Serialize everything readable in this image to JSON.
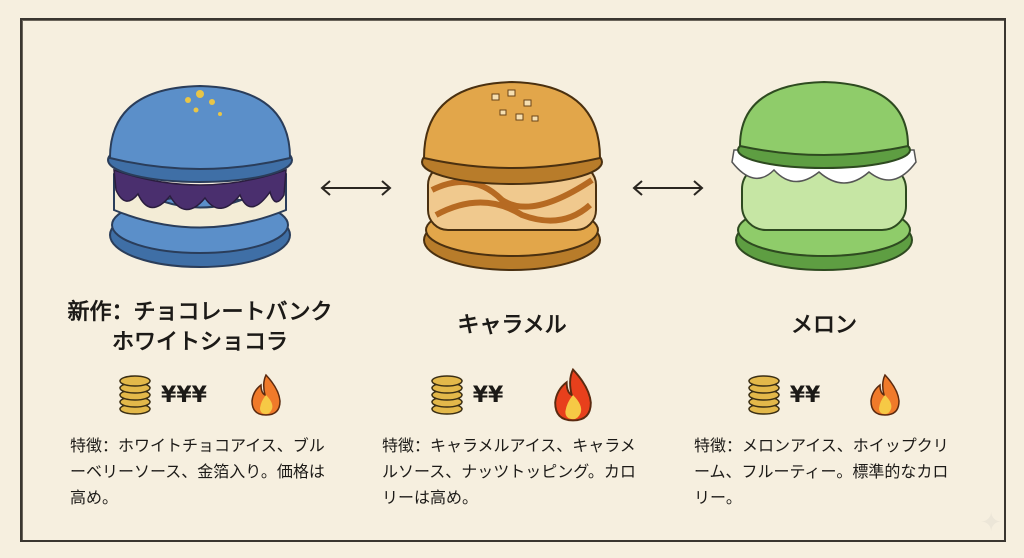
{
  "items": [
    {
      "title_line1": "新作：チョコレートバンク",
      "title_line2": "ホワイトショコラ",
      "price": "¥¥¥",
      "description": "特徴：ホワイトチョコアイス、ブルーベリーソース、金箔入り。価格は高め。",
      "colors": {
        "shell": "#5b8fc9",
        "shell_dark": "#3f6fa6",
        "filling": "#f3ecd6",
        "sauce": "#4a2f6e",
        "flame": "#f07a2a"
      }
    },
    {
      "title_line1": "キャラメル",
      "price": "¥¥",
      "description": "特徴：キャラメルアイス、キャラメルソース、ナッツトッピング。カロリーは高め。",
      "colors": {
        "shell": "#e2a64a",
        "shell_dark": "#b87c2a",
        "filling": "#f0c98e",
        "sauce": "#b66a22",
        "flame": "#e8401c"
      }
    },
    {
      "title_line1": "メロン",
      "price": "¥¥",
      "description": "特徴：メロンアイス、ホイップクリーム、フルーティー。標準的なカロリー。",
      "colors": {
        "shell": "#8fcc6a",
        "shell_dark": "#5e9e42",
        "filling": "#c6e6a4",
        "sauce": "#ffffff",
        "flame": "#f07a2a"
      }
    }
  ]
}
